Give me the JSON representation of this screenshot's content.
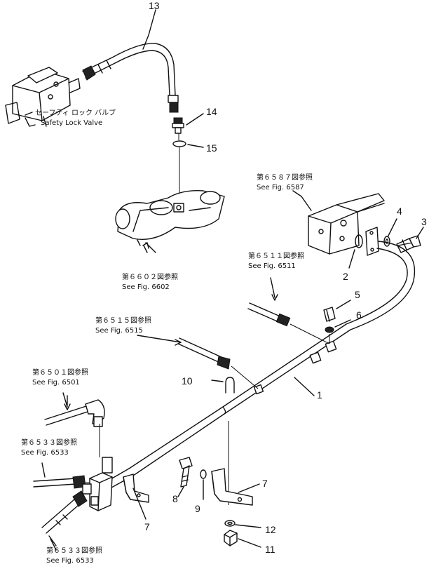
{
  "callouts": {
    "c1": "1",
    "c2": "2",
    "c3": "3",
    "c4": "4",
    "c5": "5",
    "c6": "6",
    "c7a": "7",
    "c7b": "7",
    "c8": "8",
    "c9": "9",
    "c10": "10",
    "c11": "11",
    "c12": "12",
    "c13": "13",
    "c14": "14",
    "c15": "15"
  },
  "references": {
    "safety_valve_jp": "セーフティ ロック バルブ",
    "safety_valve_en": "Safety Lock Valve",
    "fig6587_jp": "第６５８７図参照",
    "fig6587_en": "See Fig. 6587",
    "fig6511_jp": "第６５１１図参照",
    "fig6511_en": "See Fig. 6511",
    "fig6602_jp": "第６６０２図参照",
    "fig6602_en": "See Fig. 6602",
    "fig6515_jp": "第６５１５図参照",
    "fig6515_en": "See Fig. 6515",
    "fig6501_jp": "第６５０１図参照",
    "fig6501_en": "See Fig. 6501",
    "fig6533a_jp": "第６５３３図参照",
    "fig6533a_en": "See Fig. 6533",
    "fig6533b_jp": "第６５３３図参照",
    "fig6533b_en": "See Fig. 6533"
  }
}
